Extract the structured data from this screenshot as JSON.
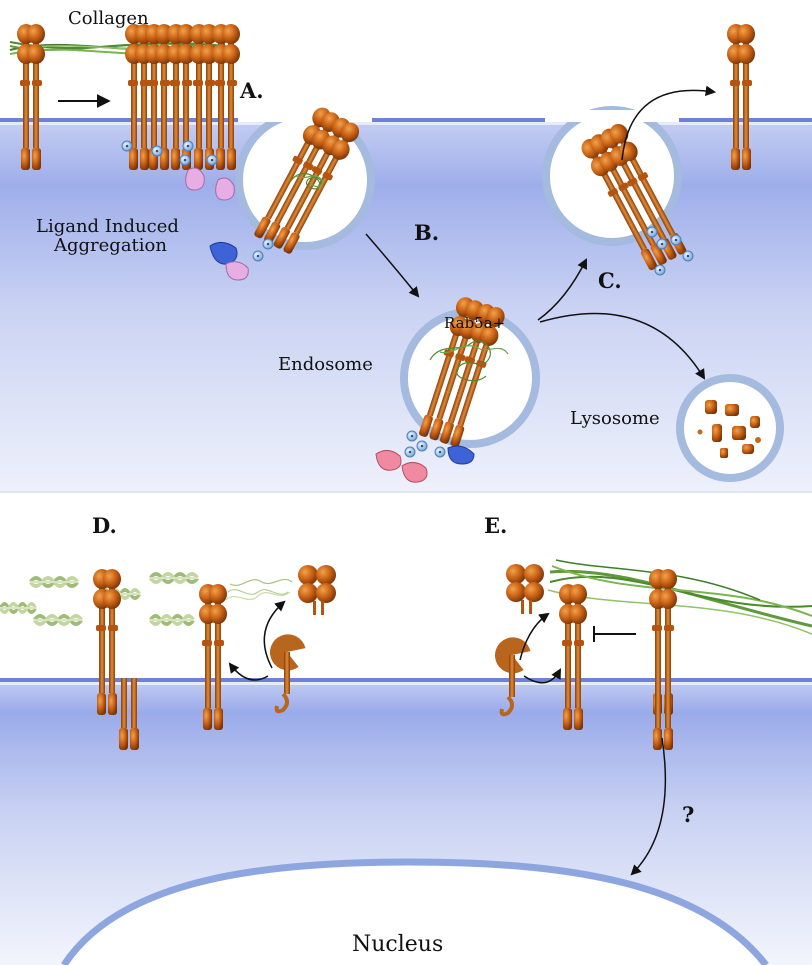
{
  "labels": {
    "collagen": "Collagen",
    "ligand_induced": "Ligand Induced",
    "aggregation": "Aggregation",
    "step_a": "A.",
    "step_b": "B.",
    "step_c": "C.",
    "step_d": "D.",
    "step_e": "E.",
    "rab5a": "Rab5a+",
    "endosome": "Endosome",
    "lysosome": "Lysosome",
    "question": "?",
    "nucleus": "Nucleus"
  },
  "colors": {
    "membrane_top": "#c9d3f2",
    "membrane_dark": "#7f93dc",
    "vesicle": "#a9bde6",
    "receptor": "#c8661a",
    "receptor_dark": "#7a3608",
    "collagen_green": "#5f9a3a",
    "collagen_pale": "#b9cf93",
    "phospho_blue": "#7fb0dc",
    "adaptor_pink": "#e9a8e0",
    "adaptor_red": "#f08aa0",
    "adaptor_blue": "#3d63d6"
  }
}
